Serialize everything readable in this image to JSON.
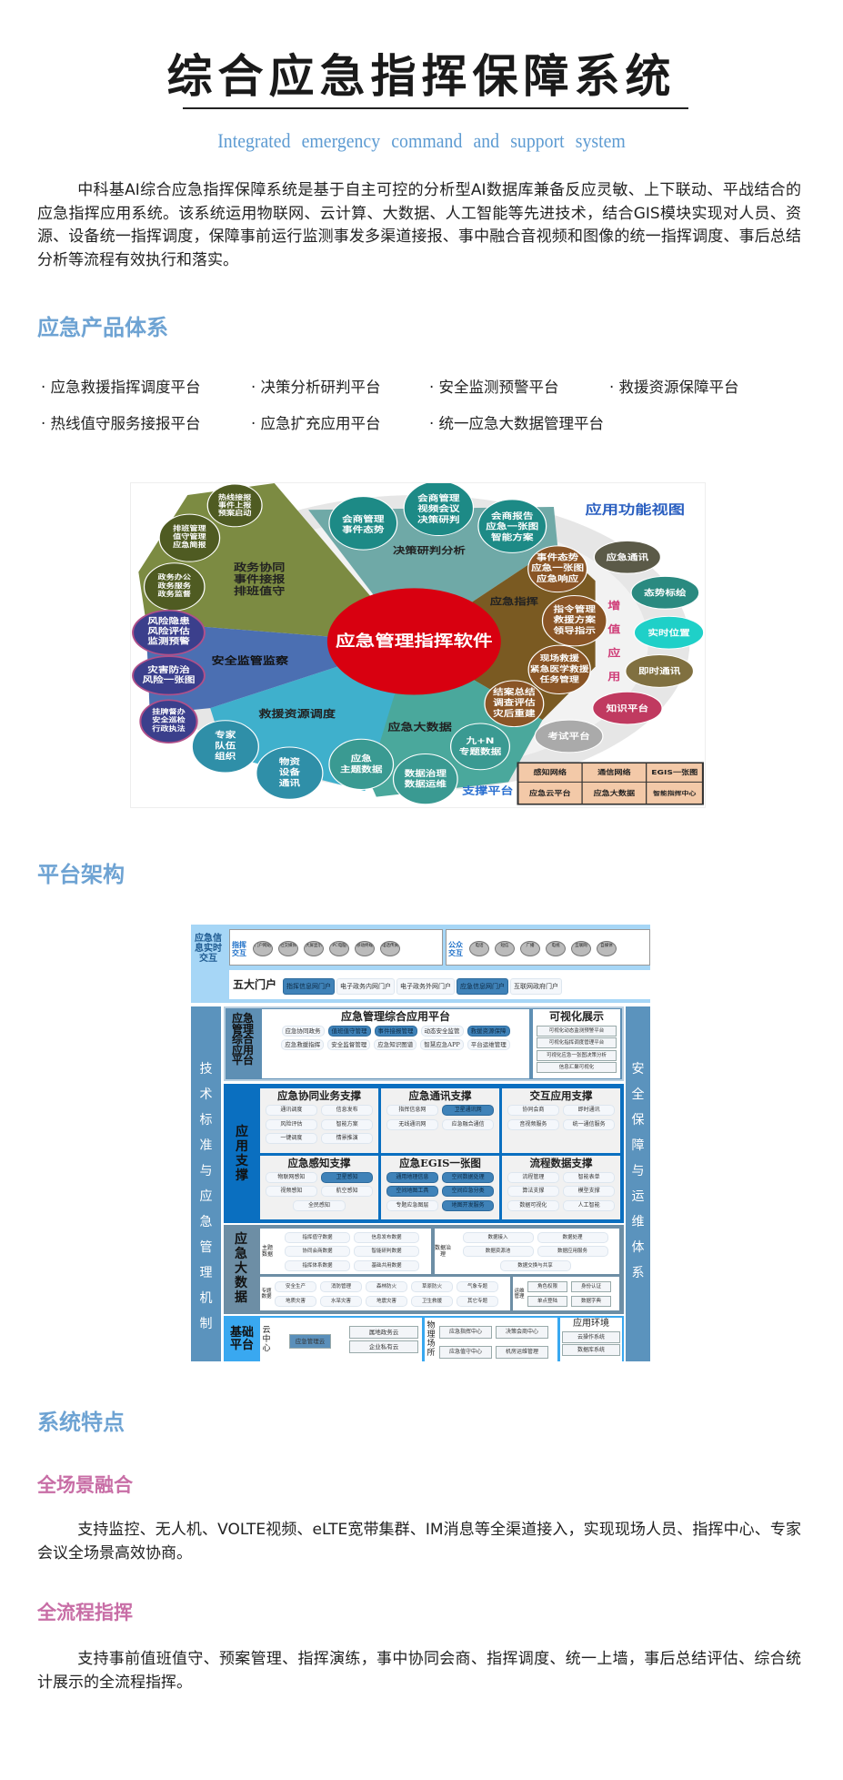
{
  "header": {
    "title": "综合应急指挥保障系统",
    "subtitle": "Integrated emergency command and support system"
  },
  "intro": "中科基AI综合应急指挥保障系统是基于自主可控的分析型AI数据库兼备反应灵敏、上下联动、平战结合的应急指挥应用系统。该系统运用物联网、云计算、大数据、人工智能等先进技术，结合GIS模块实现对人员、资源、设备统一指挥调度，保障事前运行监测事发多渠道接报、事中融合音视频和图像的统一指挥调度、事后总结分析等流程有效执行和落实。",
  "products": {
    "heading": "应急产品体系",
    "items": [
      "· 应急救援指挥调度平台",
      "· 决策分析研判平台",
      "· 安全监测预警平台",
      "· 救援资源保障平台",
      "· 热线值守服务接报平台",
      "· 应急扩充应用平台",
      "· 统一应急大数据管理平台"
    ]
  },
  "diagram": {
    "title": "应用功能视图",
    "center": "应急管理指挥软件",
    "sectors": [
      "决策研判分析",
      "政务协同\n事件接报\n排班值守",
      "应急指挥",
      "安全监管监察",
      "救援资源调度",
      "应急大数据"
    ],
    "bubbles": [
      "热线接报\n事件上报\n预案启动",
      "排班管理\n值守管理\n应急简报",
      "政务办公\n政务服务\n政务监督",
      "风险隐患\n风险评估\n监测预警",
      "灾害防治\n风险一张图",
      "挂牌督办\n安全巡检\n行政执法",
      "专家\n队伍\n组织",
      "物资\n设备\n通讯",
      "应急\n主题数据",
      "数据治理\n数据运维",
      "九+N\n专题数据",
      "会商管理\n事件态势",
      "会商管理\n视频会议\n决策研判",
      "会商报告\n应急一张图\n智能方案",
      "事件态势\n应急一张图\n应急响应",
      "指令管理\n救援方案\n领导指示",
      "现场救援\n紧急医学救援\n任务管理",
      "结案总结\n调查评估\n灾后重建"
    ],
    "value_added": {
      "label": "增\n值\n应\n用",
      "items": [
        "应急通讯",
        "态势标绘",
        "实时位置",
        "即时通讯",
        "知识平台",
        "考试平台"
      ]
    },
    "support": {
      "label": "支撑平台",
      "cells": [
        "感知网络",
        "通信网络",
        "EGIS一张图",
        "应急云平台",
        "应急大数据",
        "智能指挥中心"
      ]
    }
  },
  "architecture": {
    "heading": "平台架构",
    "interaction": {
      "label": "应急信息实时交互",
      "command": {
        "label": "指挥交互",
        "items": [
          "门户网站",
          "社交媒体",
          "大屏显示",
          "PC电脑",
          "移动终端",
          "电话传真"
        ]
      },
      "public": {
        "label": "公众交互",
        "items": [
          "电话",
          "短信",
          "广播",
          "电视",
          "互联网",
          "自媒体"
        ]
      }
    },
    "portals": {
      "label": "五大门户",
      "items": [
        {
          "t": "指挥信息网门户",
          "hl": true
        },
        {
          "t": "电子政务内网门户"
        },
        {
          "t": "电子政务外网门户"
        },
        {
          "t": "应急信息网门户",
          "hl": true
        },
        {
          "t": "互联网政府门户"
        }
      ]
    },
    "left_side": "技术标准与应急管理机制",
    "right_side": "安全保障与运维体系",
    "app_platform": {
      "label": "应急管理综合应用平台",
      "title": "应急管理综合应用平台",
      "items": [
        {
          "t": "应急协同政务"
        },
        {
          "t": "值班值守管理",
          "hl": true
        },
        {
          "t": "事件接报管理",
          "hl": true
        },
        {
          "t": "动态安全监管"
        },
        {
          "t": "救援资源保障",
          "hl": true
        },
        {
          "t": "应急救援指挥"
        },
        {
          "t": "安全监督管理"
        },
        {
          "t": "应急知识图谱"
        },
        {
          "t": "智慧应急APP"
        },
        {
          "t": "平台运维管理"
        }
      ],
      "visual": {
        "title": "可视化展示",
        "items": [
          {
            "t": "可视化动态监测预警平台"
          },
          {
            "t": "可视化指挥调度管理平台"
          },
          {
            "t": "可视化应急一张图决策分析"
          },
          {
            "t": "信息汇聚可视化"
          }
        ]
      }
    },
    "support": {
      "label": "应用支撑",
      "groups": [
        {
          "title": "应急协同业务支撑",
          "items": [
            {
              "t": "通讯调度"
            },
            {
              "t": "信息发布"
            },
            {
              "t": "风险评估"
            },
            {
              "t": "智能方案"
            },
            {
              "t": "一键调度"
            },
            {
              "t": "情景推演"
            }
          ]
        },
        {
          "title": "应急通讯支撑",
          "items": [
            {
              "t": "指挥信息网"
            },
            {
              "t": "卫星通讯网",
              "hl": true
            },
            {
              "t": "无线通讯网"
            },
            {
              "t": "应急融合通信"
            }
          ]
        },
        {
          "title": "交互应用支撑",
          "items": [
            {
              "t": "协同会商"
            },
            {
              "t": "即时通讯"
            },
            {
              "t": "音视频服务"
            },
            {
              "t": "统一通信服务"
            }
          ]
        },
        {
          "title": "应急感知支撑",
          "items": [
            {
              "t": "物联网感知"
            },
            {
              "t": "卫星感知",
              "hl": true
            },
            {
              "t": "视频感知"
            },
            {
              "t": "航空感知"
            },
            {
              "t": "全民感知"
            }
          ]
        },
        {
          "title": "应急EGIS一张图",
          "items": [
            {
              "t": "通用地理信息",
              "hl": true
            },
            {
              "t": "空间数据处理",
              "hl": true
            },
            {
              "t": "空间地图工具",
              "hl": true
            },
            {
              "t": "空间应急分类",
              "hl": true
            },
            {
              "t": "专题应急图层"
            },
            {
              "t": "地图开发服务",
              "hl": true
            }
          ]
        },
        {
          "title": "流程数据支撑",
          "items": [
            {
              "t": "流程管理"
            },
            {
              "t": "智能表单"
            },
            {
              "t": "算法支撑"
            },
            {
              "t": "模型支撑"
            },
            {
              "t": "数据可视化"
            },
            {
              "t": "人工智能"
            }
          ]
        }
      ]
    },
    "bigdata": {
      "label": "应急大数据",
      "theme": {
        "label": "主题数据",
        "items": [
          {
            "t": "指挥值守数据"
          },
          {
            "t": "信息发布数据"
          },
          {
            "t": "协同会商数据"
          },
          {
            "t": "智能研判数据"
          },
          {
            "t": "指挥体系数据"
          },
          {
            "t": "基础共用数据"
          }
        ]
      },
      "gov": {
        "label": "数据治理",
        "items": [
          {
            "t": "数据接入"
          },
          {
            "t": "数据处理"
          },
          {
            "t": "数据资源池"
          },
          {
            "t": "数据应用服务"
          },
          {
            "t": "数据交换与共享"
          }
        ]
      },
      "topic": {
        "label": "专题数据",
        "items": [
          {
            "t": "安全生产"
          },
          {
            "t": "消防管理"
          },
          {
            "t": "森林防火"
          },
          {
            "t": "草原防火"
          },
          {
            "t": "气象专题"
          },
          {
            "t": "地质灾害"
          },
          {
            "t": "水旱灾害"
          },
          {
            "t": "地震灾害"
          },
          {
            "t": "卫生救援"
          },
          {
            "t": "其它专题"
          }
        ]
      },
      "ops": {
        "label": "运维管理",
        "items": [
          {
            "t": "角色权限"
          },
          {
            "t": "身份认证"
          },
          {
            "t": "单点登陆"
          },
          {
            "t": "数据字典"
          }
        ]
      }
    },
    "base": {
      "label": "基础平台",
      "cloud": {
        "label": "云中心",
        "main": "应急管理云",
        "items": [
          {
            "t": "属地政务云"
          },
          {
            "t": "企业私有云"
          }
        ]
      },
      "site": {
        "label": "物理场所",
        "items": [
          {
            "t": "应急指挥中心"
          },
          {
            "t": "决策会商中心"
          },
          {
            "t": "应急值守中心"
          },
          {
            "t": "机房运维管理"
          }
        ]
      },
      "env": {
        "title": "应用环境",
        "items": [
          {
            "t": "云操作系统"
          },
          {
            "t": "数据库系统"
          }
        ]
      }
    }
  },
  "features": {
    "heading": "系统特点",
    "items": [
      {
        "title": "全场景融合",
        "text": "支持监控、无人机、VOLTE视频、eLTE宽带集群、IM消息等全渠道接入，实现现场人员、指挥中心、专家会议全场景高效协商。"
      },
      {
        "title": "全流程指挥",
        "text": "支持事前值班值守、预案管理、指挥演练，事中协同会商、指挥调度、统一上墙，事后总结评估、综合统计展示的全流程指挥。"
      }
    ]
  },
  "colors": {
    "accent_blue": "#6ea3d3",
    "accent_pink": "#c86ea6",
    "center_red": "#d4000e"
  }
}
